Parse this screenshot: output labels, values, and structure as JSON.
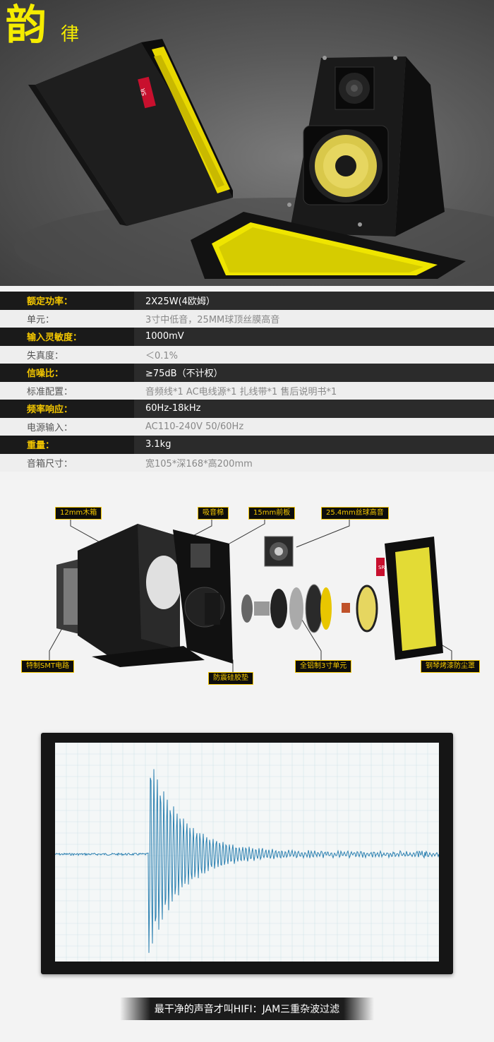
{
  "hero": {
    "title": "韵",
    "subtitle": "律",
    "badge_text": "SR"
  },
  "specs": [
    {
      "label": "额定功率：",
      "value": "2X25W(4欧姆）",
      "style": "dark"
    },
    {
      "label": "单元：",
      "value": "3寸中低音，25MM球顶丝膜高音",
      "style": "light"
    },
    {
      "label": "输入灵敏度：",
      "value": "1000mV",
      "style": "dark"
    },
    {
      "label": "失真度：",
      "value": "＜0.1%",
      "style": "light"
    },
    {
      "label": "信噪比：",
      "value": "≥75dB（不计权）",
      "style": "dark"
    },
    {
      "label": "标准配置：",
      "value": "音频线*1 AC电线源*1 扎线带*1 售后说明书*1",
      "style": "light"
    },
    {
      "label": "频率响应：",
      "value": "60Hz-18kHz",
      "style": "dark"
    },
    {
      "label": "电源输入：",
      "value": "AC110-240V  50/60Hz",
      "style": "light"
    },
    {
      "label": "重量：",
      "value": "3.1kg",
      "style": "dark"
    },
    {
      "label": "音箱尺寸：",
      "value": "宽105*深168*高200mm",
      "style": "light"
    }
  ],
  "exploded": {
    "callouts": {
      "wood_box": "12mm木箱",
      "absorb": "吸音棉",
      "front_panel": "15mm前板",
      "tweeter": "25.4mm丝球高音",
      "smt": "特制SMT电路",
      "silicone": "防震硅胶垫",
      "aluminum": "全铝制3寸单元",
      "dust_cover": "钢琴烤漆防尘罩"
    },
    "badge_text": "SR"
  },
  "banner": {
    "text": "最干净的声音才叫HIFI：JAM三重杂波过滤"
  },
  "colors": {
    "accent_yellow": "#f3c600",
    "hero_yellow": "#f5ec00",
    "wave_blue": "#2a7fb0"
  }
}
